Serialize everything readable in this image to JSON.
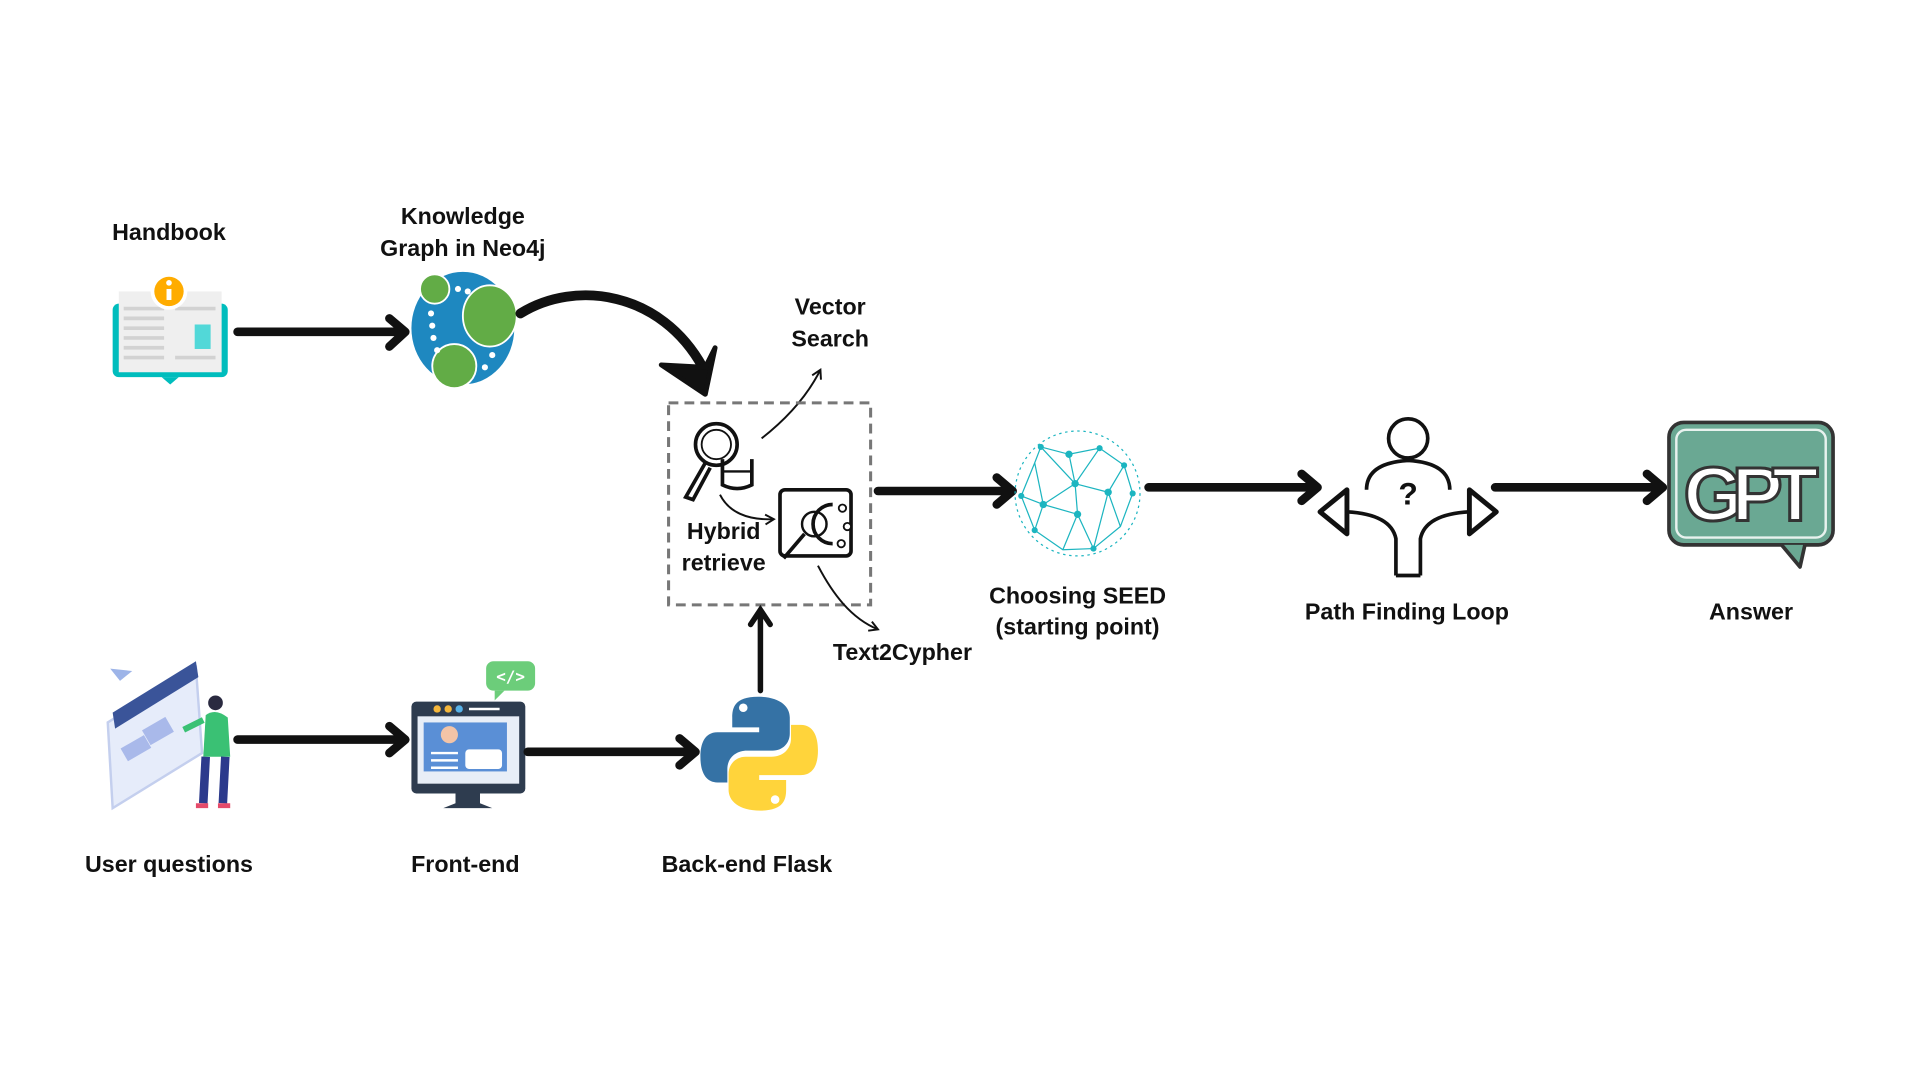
{
  "nodes": {
    "handbook": {
      "label": "Handbook",
      "icon": "book-info-icon"
    },
    "knowledge_graph": {
      "label_line1": "Knowledge",
      "label_line2": "Graph in Neo4j",
      "icon": "neo4j-logo-icon"
    },
    "vector_search": {
      "label_line1": "Vector",
      "label_line2": "Search"
    },
    "hybrid_retrieve": {
      "label_line1": "Hybrid",
      "label_line2": "retrieve",
      "icon": "database-search-icon"
    },
    "text2cypher": {
      "label": "Text2Cypher"
    },
    "choosing_seed": {
      "label_line1": "Choosing SEED",
      "label_line2": "(starting point)",
      "icon": "network-sphere-icon"
    },
    "path_finding": {
      "label": "Path Finding Loop",
      "icon": "person-decision-icon"
    },
    "answer": {
      "label": "Answer",
      "icon": "gpt-chat-icon"
    },
    "user_questions": {
      "label": "User questions",
      "icon": "user-dashboard-icon"
    },
    "front_end": {
      "label": "Front-end",
      "icon": "monitor-code-icon"
    },
    "back_end": {
      "label": "Back-end Flask",
      "icon": "python-logo-icon"
    }
  },
  "colors": {
    "neo4j_blue": "#1e88c0",
    "neo4j_green": "#62ac46",
    "book_teal": "#00bdbd",
    "info_orange": "#ffac00",
    "sphere_teal": "#1cb5c0",
    "gpt_green": "#6aa893",
    "python_blue": "#3572a5",
    "python_yellow": "#ffd43b"
  }
}
